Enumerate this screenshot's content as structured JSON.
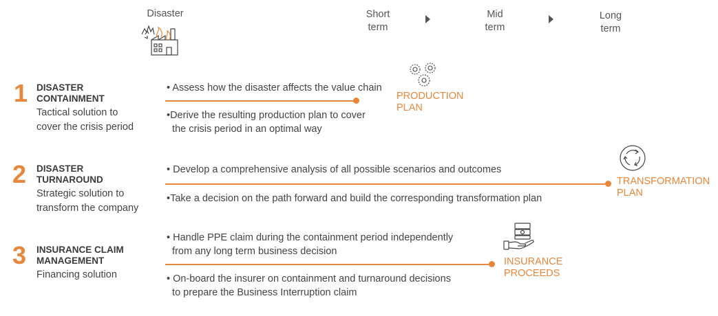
{
  "timeline": {
    "disaster": "Disaster",
    "short_term": [
      "Short",
      "term"
    ],
    "mid_term": [
      "Mid",
      "term"
    ],
    "long_term": [
      "Long",
      "term"
    ]
  },
  "rows": [
    {
      "number": "1",
      "title": [
        "DISASTER",
        "CONTAINMENT"
      ],
      "subtitle": [
        "Tactical solution to",
        "cover the crisis period"
      ],
      "bullet_top": [
        "• Assess how the disaster affects the value chain"
      ],
      "bullet_bottom": [
        "•Derive the resulting production plan to cover",
        "  the crisis period in an optimal way"
      ],
      "outcome": [
        "PRODUCTION",
        "PLAN"
      ],
      "outcome_icon": "gears-icon"
    },
    {
      "number": "2",
      "title": [
        "DISASTER",
        "TURNAROUND"
      ],
      "subtitle": [
        "Strategic solution to",
        "transform the company"
      ],
      "bullet_top": [
        "• Develop a comprehensive analysis of all possible scenarios and outcomes"
      ],
      "bullet_bottom": [
        "•Take a decision on the path forward and build the corresponding transformation plan"
      ],
      "outcome": [
        "TRANSFORMATION",
        "PLAN"
      ],
      "outcome_icon": "cycle-arrows-icon"
    },
    {
      "number": "3",
      "title": [
        "INSURANCE CLAIM",
        "MANAGEMENT"
      ],
      "subtitle": [
        "Financing solution"
      ],
      "bullet_top": [
        "• Handle PPE claim during the containment period independently",
        "  from any long term business decision"
      ],
      "bullet_bottom": [
        "• On-board the insurer on containment and turnaround decisions",
        "  to prepare the Business Interruption claim"
      ],
      "outcome": [
        "INSURANCE",
        "PROCEEDS"
      ],
      "outcome_icon": "money-hand-icon"
    }
  ],
  "colors": {
    "accent": "#e8863a",
    "text": "#3c3c3c",
    "muted": "#555555"
  }
}
